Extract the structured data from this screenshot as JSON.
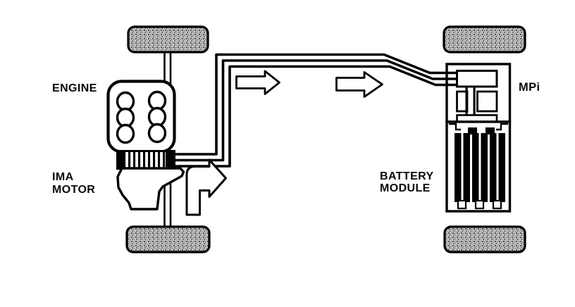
{
  "diagram": {
    "labels": {
      "engine": "ENGINE",
      "ima_motor_line1": "IMA",
      "ima_motor_line2": "MOTOR",
      "battery_module_line1": "BATTERY",
      "battery_module_line2": "MODULE",
      "mpi": "MPi"
    },
    "components": {
      "tires": [
        "front-left-tire",
        "front-right-tire",
        "rear-left-tire",
        "rear-right-tire"
      ],
      "flow_arrows": [
        "power-flow-arrow-1",
        "power-flow-arrow-2",
        "drive-flow-arrow"
      ],
      "power_cable_count": 3,
      "engine_cylinder_count": 6,
      "battery_cell_bar_count": 6
    },
    "colors": {
      "line": "#000000",
      "background": "#ffffff",
      "tire_fill": "#bdbdbd",
      "text": "#0a0a0a"
    }
  }
}
